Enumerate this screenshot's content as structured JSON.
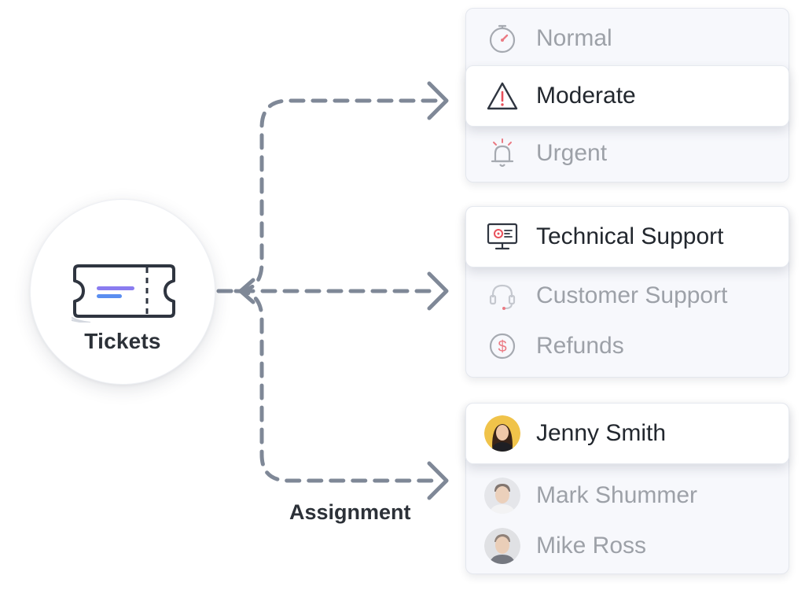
{
  "hub": {
    "label": "Tickets",
    "icon": "ticket-icon"
  },
  "connector_label": "Assignment",
  "priority": {
    "items": [
      {
        "label": "Normal",
        "icon": "stopwatch-icon",
        "selected": false
      },
      {
        "label": "Moderate",
        "icon": "warning-triangle-icon",
        "selected": true
      },
      {
        "label": "Urgent",
        "icon": "bell-alert-icon",
        "selected": false
      }
    ]
  },
  "department": {
    "items": [
      {
        "label": "Technical Support",
        "icon": "monitor-gear-icon",
        "selected": true
      },
      {
        "label": "Customer Support",
        "icon": "headset-icon",
        "selected": false
      },
      {
        "label": "Refunds",
        "icon": "dollar-coin-icon",
        "selected": false
      }
    ]
  },
  "assignee": {
    "items": [
      {
        "label": "Jenny Smith",
        "icon": "avatar",
        "selected": true
      },
      {
        "label": "Mark Shummer",
        "icon": "avatar",
        "selected": false
      },
      {
        "label": "Mike Ross",
        "icon": "avatar",
        "selected": false
      }
    ]
  },
  "colors": {
    "connector": "#7f8897",
    "accent_red": "#e8505b",
    "accent_blue": "#5a8ef0",
    "accent_purple": "#8a7cf0",
    "text_dark": "#22272e",
    "text_muted": "#9da1a8"
  }
}
